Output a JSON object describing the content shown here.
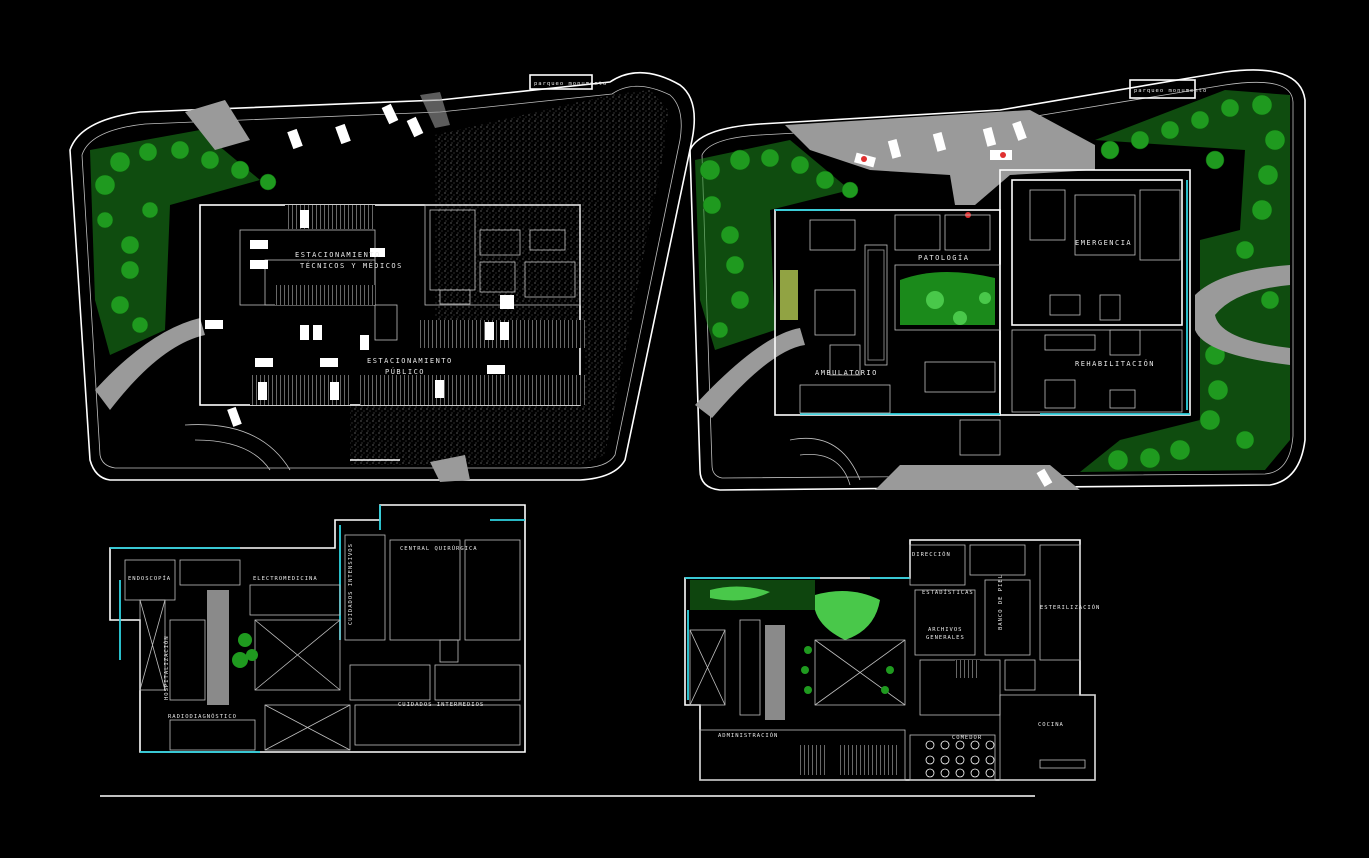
{
  "colors": {
    "background": "#000000",
    "lines": "#ffffff",
    "vegetation": "#1b8a1b",
    "vegetation_light": "#49c84a",
    "accent_glass": "#2fd3e0",
    "road": "#9a9a9a",
    "hatch": "#8c8c8c",
    "emergency_marker": "#e03030"
  },
  "site_left": {
    "sign": "parqueo monumento",
    "labels": {
      "staff_parking_line1": "ESTACIONAMIENTO",
      "staff_parking_line2": "TÉCNICOS Y MÉDICOS",
      "public_parking_line1": "ESTACIONAMIENTO",
      "public_parking_line2": "PÚBLICO"
    }
  },
  "site_right": {
    "sign": "parqueo monumento",
    "labels": {
      "pathology": "PATOLOGÍA",
      "emergency": "EMERGENCIA",
      "outpatient": "AMBULATORIO",
      "rehab": "REHABILITACIÓN"
    }
  },
  "floor_left": {
    "labels": {
      "electro": "ELECTROMEDICINA",
      "icu": "CUIDADOS INTENSIVOS",
      "surgery": "CENTRAL QUIRÚRGICA",
      "radio": "RADIODIAGNÓSTICO",
      "intermediate": "CUIDADOS INTERMEDIOS",
      "endoscopy": "ENDOSCOPÍA",
      "hospitalization": "HOSPITALIZACIÓN"
    }
  },
  "floor_right": {
    "labels": {
      "direction": "DIRECCIÓN",
      "statistics": "ESTADÍSTICAS",
      "archives_line1": "ARCHIVOS",
      "archives_line2": "GENERALES",
      "blood_bank": "BANCO DE PIEL",
      "sterilization": "ESTERILIZACIÓN",
      "administration": "ADMINISTRACIÓN",
      "dining": "COMEDOR",
      "kitchen": "COCINA"
    }
  }
}
